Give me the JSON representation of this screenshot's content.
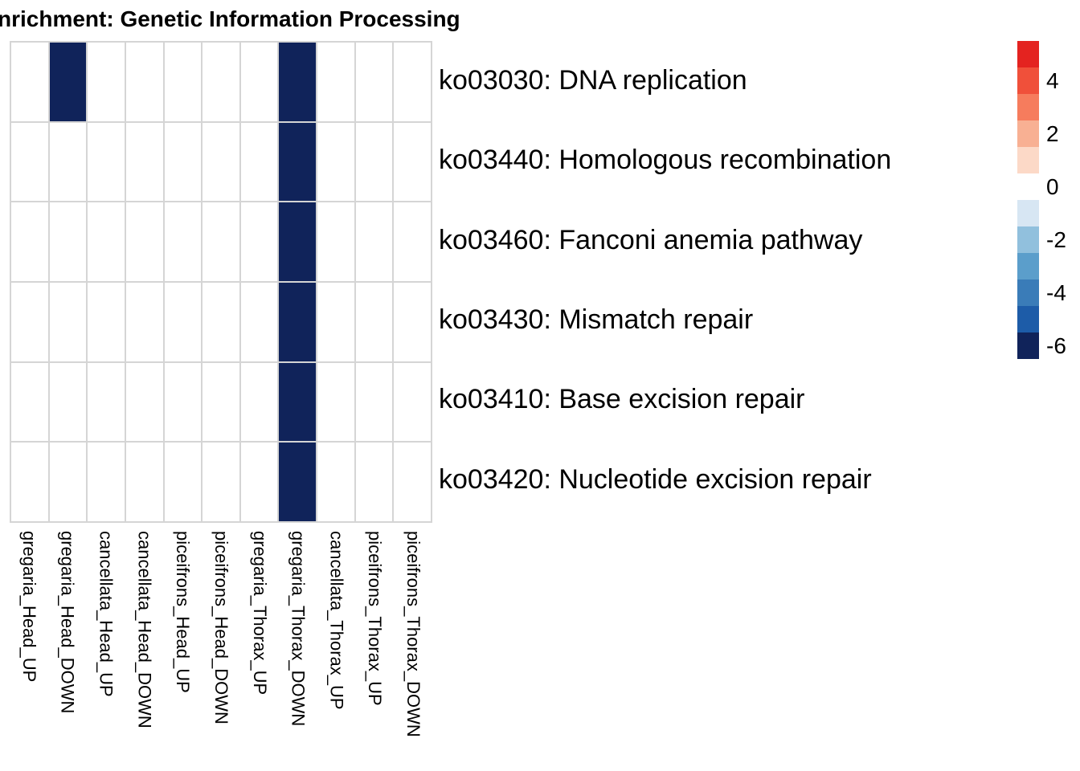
{
  "title": "nrichment: Genetic Information Processing",
  "colors": {
    "background": "#ffffff",
    "grid_line": "#d5d5d5",
    "cell_empty": "#ffffff",
    "cell_dark": "#10235a",
    "text": "#000000"
  },
  "chart_data": {
    "type": "heatmap",
    "title": "nrichment: Genetic Information Processing",
    "columns": [
      "gregaria_Head_UP",
      "gregaria_Head_DOWN",
      "cancellata_Head_UP",
      "cancellata_Head_DOWN",
      "piceifrons_Head_UP",
      "piceifrons_Head_DOWN",
      "gregaria_Thorax_UP",
      "gregaria_Thorax_DOWN",
      "cancellata_Thorax_UP",
      "piceifrons_Thorax_UP",
      "piceifrons_Thorax_DOWN"
    ],
    "rows": [
      "ko03030: DNA replication",
      "ko03440: Homologous recombination",
      "ko03460: Fanconi anemia pathway",
      "ko03430: Mismatch repair",
      "ko03410: Base excision repair",
      "ko03420: Nucleotide excision repair"
    ],
    "matrix": [
      [
        null,
        -6,
        null,
        null,
        null,
        null,
        null,
        -6,
        null,
        null,
        null
      ],
      [
        null,
        null,
        null,
        null,
        null,
        null,
        null,
        -6,
        null,
        null,
        null
      ],
      [
        null,
        null,
        null,
        null,
        null,
        null,
        null,
        -6,
        null,
        null,
        null
      ],
      [
        null,
        null,
        null,
        null,
        null,
        null,
        null,
        -6,
        null,
        null,
        null
      ],
      [
        null,
        null,
        null,
        null,
        null,
        null,
        null,
        -6,
        null,
        null,
        null
      ],
      [
        null,
        null,
        null,
        null,
        null,
        null,
        null,
        -6,
        null,
        null,
        null
      ]
    ],
    "grid": true,
    "legend_position": "right",
    "colorbar": {
      "value_top": 5.5,
      "value_bottom": -6.5,
      "bin_size": 1,
      "tick_values": [
        4,
        2,
        0,
        -2,
        -4,
        -6
      ],
      "tick_labels": [
        "4",
        "2",
        "0",
        "-2",
        "-4",
        "-6"
      ],
      "bin_colors_top_to_bottom": [
        "#e42320",
        "#f0503a",
        "#f67c5d",
        "#f8b093",
        "#fcd9c7",
        "#ffffff",
        "#d7e6f3",
        "#91c0dd",
        "#5b9ecb",
        "#3a7cb8",
        "#1d5ca8",
        "#10235a"
      ]
    }
  }
}
